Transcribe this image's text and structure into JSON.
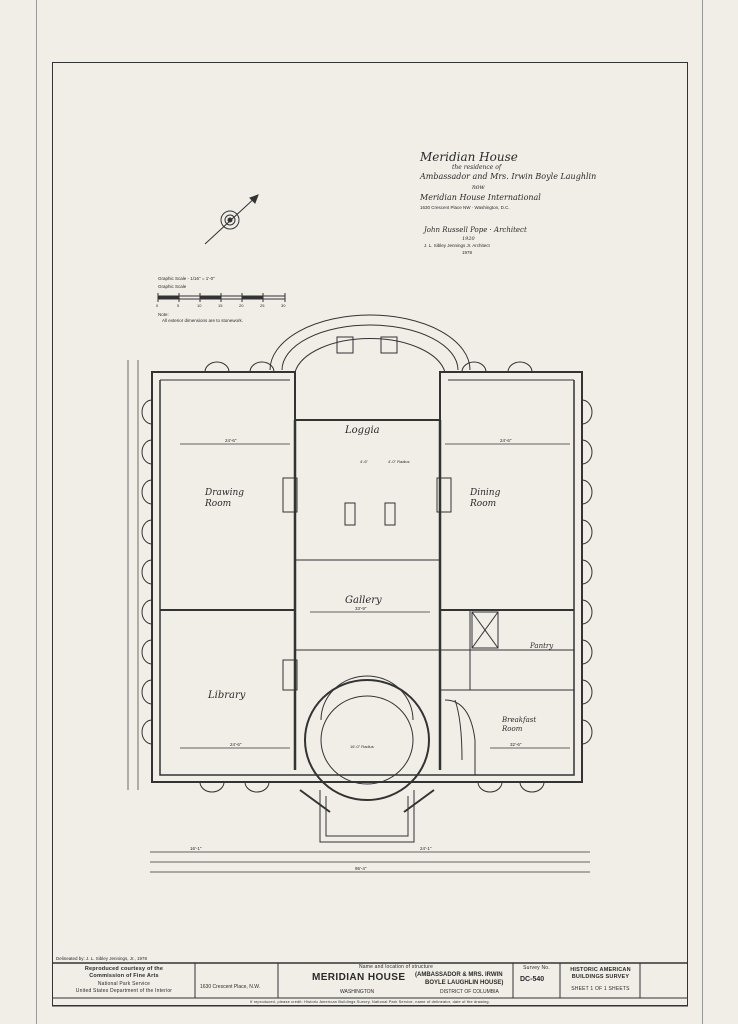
{
  "header": {
    "title": "Meridian House",
    "line1": "the residence of",
    "line2": "Ambassador and Mrs. Irwin Boyle Laughlin",
    "line3": "now",
    "line4": "Meridian House International",
    "line5": "1630 Crescent Place NW · Washington, D.C.",
    "architect": "John Russell Pope · Architect",
    "year": "1920",
    "delineator": "J. L. Sibley Jennings Jr. Architect",
    "date": "1978"
  },
  "scale": {
    "line1": "Graphic Scale - 1/16\" = 1'-0\"",
    "line2": "Graphic Scale",
    "ticks": [
      "0",
      "5",
      "10",
      "15",
      "20",
      "25",
      "30"
    ],
    "note_label": "Note:",
    "note": "All exterior dimensions are to stonework."
  },
  "rooms": {
    "loggia": "Loggia",
    "drawing_room": "Drawing Room",
    "dining_room": "Dining Room",
    "gallery": "Gallery",
    "library": "Library",
    "pantry": "Pantry",
    "breakfast_room": "Breakfast Room",
    "stair_hall": "16'-0\" Radius"
  },
  "dims": {
    "d1": "24'-6\"",
    "d2": "24'-6\"",
    "d3": "24'-6\"",
    "d4": "33'-9\"",
    "d5": "32'-6\"",
    "d6": "16'-1\"",
    "d7": "24'-1\"",
    "d8": "95'-4\"",
    "d9": "4'-6\"",
    "d10": "4'-0\" Radius"
  },
  "title_block": {
    "delineated": "Delineated by: J. L. Sibley Jennings, Jr., 1978",
    "reproduced": "Reproduced courtesy of the",
    "commission": "Commission of Fine Arts",
    "nps": "National Park Service",
    "doi": "United States Department of the Interior",
    "address": "1630 Crescent Place, N.W.",
    "overhead": "Name and location of structure",
    "main_title": "MERIDIAN HOUSE",
    "subtitle_a": "(AMBASSADOR & MRS. IRWIN",
    "subtitle_b": "BOYLE LAUGHLIN HOUSE)",
    "city": "WASHINGTON",
    "district": "DISTRICT OF COLUMBIA",
    "survey_label": "Survey No.",
    "survey_no": "DC-540",
    "habs_a": "HISTORIC AMERICAN",
    "habs_b": "BUILDINGS SURVEY",
    "sheet": "SHEET 1 OF 1 SHEETS",
    "footer": "If reproduced, please credit: Historic American Buildings Survey, National Park Service, name of delineator, date of the drawing."
  }
}
